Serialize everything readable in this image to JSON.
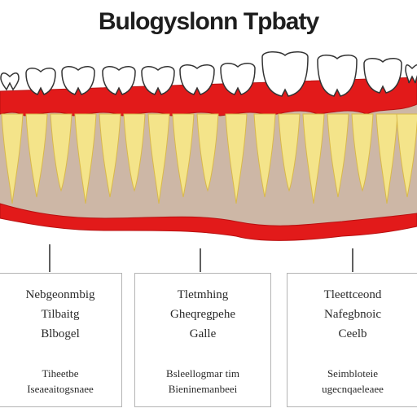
{
  "title": "Bulogyslonn Tpbaty",
  "colors": {
    "gum": "#e21a1a",
    "root": "#f4e48a",
    "bone": "#cdb7a6",
    "tooth": "#ffffff",
    "outline": "#333333"
  },
  "labels": [
    {
      "lines": [
        "Nebgeonmbig",
        "Tilbaitg",
        "Blbogel"
      ],
      "footer": [
        "Tiheetbe",
        "Iseaeaitogsnaee"
      ]
    },
    {
      "lines": [
        "Tletmhing",
        "Gheqregpehe",
        "Galle"
      ],
      "footer": [
        "Bsleellogmar tim",
        "Bieninemanbeei"
      ]
    },
    {
      "lines": [
        "Tleettceond",
        "Nafegbnoic",
        "Ceelb"
      ],
      "footer": [
        "Seimbloteie",
        "ugecnqaeleaee"
      ]
    }
  ]
}
